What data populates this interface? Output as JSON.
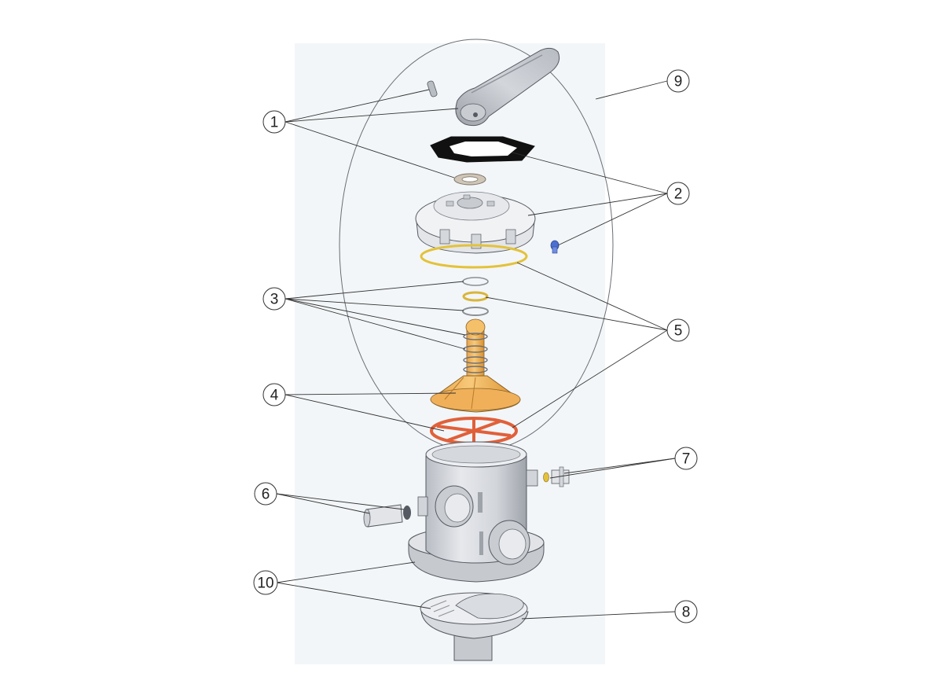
{
  "diagram": {
    "callouts": [
      {
        "id": "c1",
        "label": "1"
      },
      {
        "id": "c2",
        "label": "2"
      },
      {
        "id": "c3",
        "label": "3"
      },
      {
        "id": "c4",
        "label": "4"
      },
      {
        "id": "c5",
        "label": "5"
      },
      {
        "id": "c6",
        "label": "6"
      },
      {
        "id": "c7",
        "label": "7"
      },
      {
        "id": "c8",
        "label": "8"
      },
      {
        "id": "c9",
        "label": "9"
      },
      {
        "id": "c10",
        "label": "10"
      }
    ],
    "colors": {
      "part_gray": "#d9dbe0",
      "part_gray_dark": "#a7abb3",
      "part_white": "#f2f3f5",
      "part_orange": "#f2b65c",
      "part_orange_dark": "#d98e2c",
      "gasket_red": "#e0603a",
      "oring_yellow": "#e8c640",
      "outline": "#555a62",
      "screw_blue": "#4c6fd0",
      "background_panel": "#f3f6f8"
    }
  }
}
